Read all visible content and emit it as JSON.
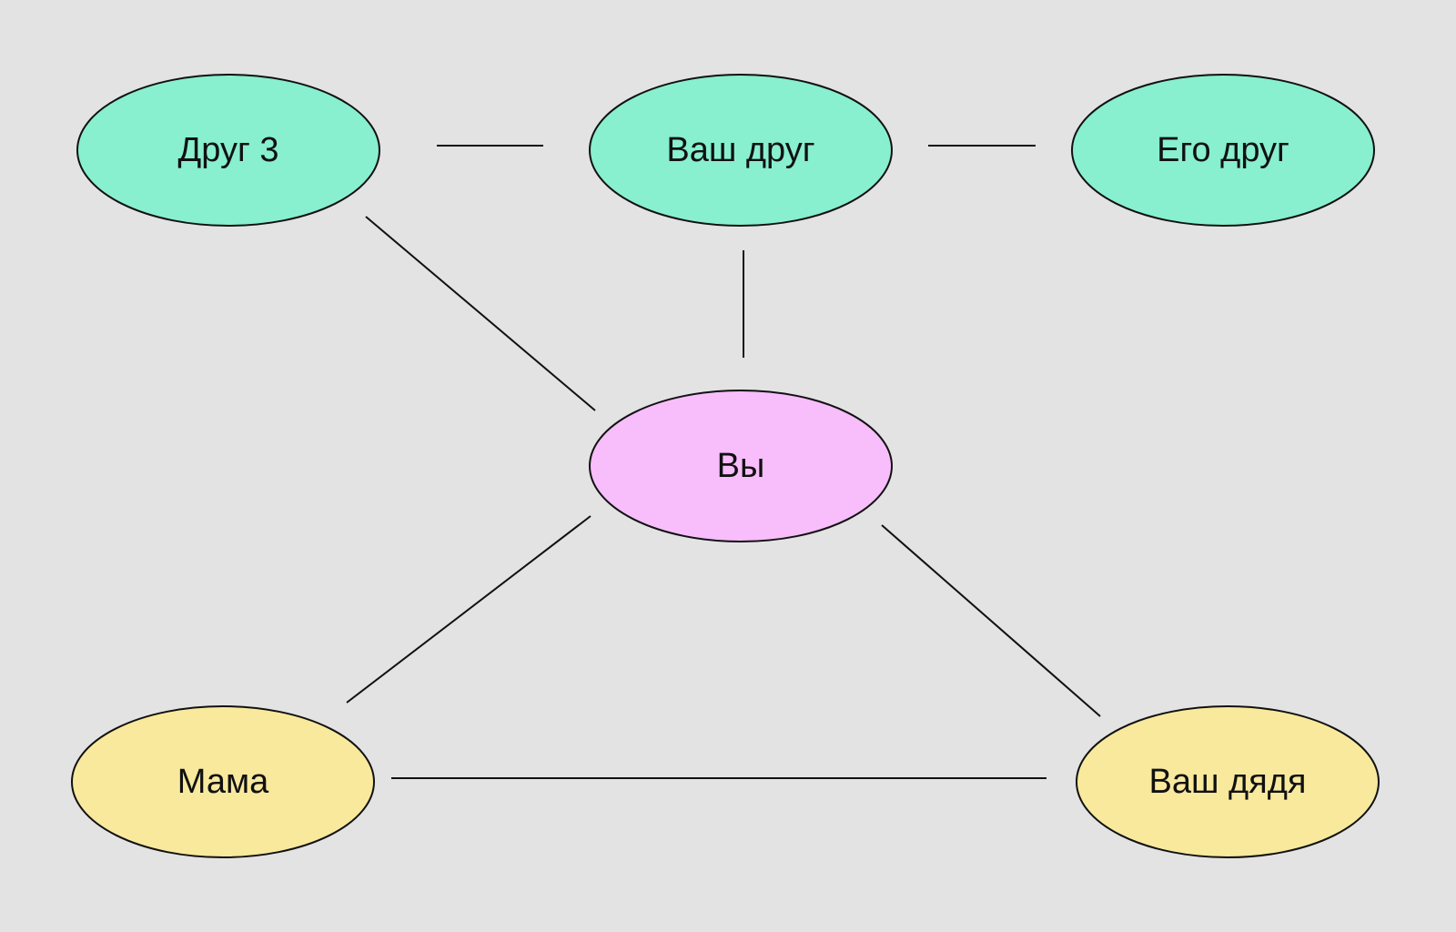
{
  "diagram": {
    "background_color": "#e3e3e3",
    "nodes": [
      {
        "id": "drug3",
        "label": "Друг 3",
        "color": "#88efcf",
        "group": "friends"
      },
      {
        "id": "vash_drug",
        "label": "Ваш друг",
        "color": "#88efcf",
        "group": "friends"
      },
      {
        "id": "ego_drug",
        "label": "Его друг",
        "color": "#88efcf",
        "group": "friends"
      },
      {
        "id": "vy",
        "label": "Вы",
        "color": "#f8bdfb",
        "group": "self"
      },
      {
        "id": "mama",
        "label": "Мама",
        "color": "#f8e99d",
        "group": "family"
      },
      {
        "id": "vash_dyadya",
        "label": "Ваш дядя",
        "color": "#f8e99d",
        "group": "family"
      }
    ],
    "edges": [
      {
        "from": "drug3",
        "to": "vash_drug"
      },
      {
        "from": "vash_drug",
        "to": "ego_drug"
      },
      {
        "from": "drug3",
        "to": "vy"
      },
      {
        "from": "vash_drug",
        "to": "vy"
      },
      {
        "from": "vy",
        "to": "mama"
      },
      {
        "from": "vy",
        "to": "vash_dyadya"
      },
      {
        "from": "mama",
        "to": "vash_dyadya"
      }
    ]
  }
}
